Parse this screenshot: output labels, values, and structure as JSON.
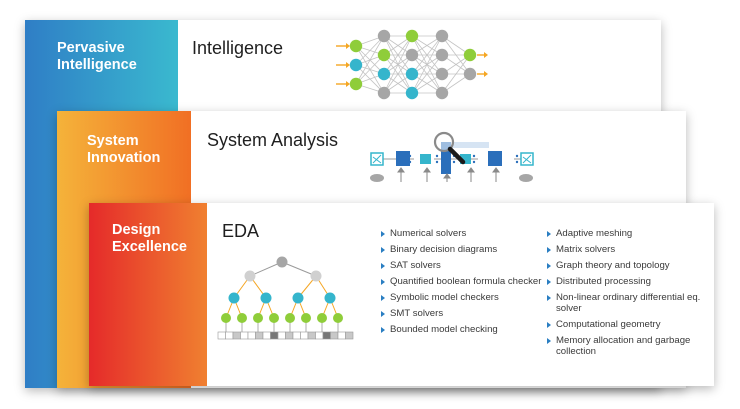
{
  "colors": {
    "pervasive_gradient": [
      "#2f7ec6",
      "#3ab9cf"
    ],
    "system_gradient": [
      "#f4b33a",
      "#f16f24"
    ],
    "design_gradient": [
      "#e52a2a",
      "#f08030"
    ],
    "bullet": "#2a7ec2",
    "node_gray": "#a6a6a6",
    "node_green": "#8fcd3a",
    "node_teal": "#35b5cc",
    "node_blue": "#2b6fbb",
    "arrow_orange": "#f5a623"
  },
  "layers": {
    "pervasive": {
      "band_label_line1": "Pervasive",
      "band_label_line2": "Intelligence",
      "panel_title": "Intelligence"
    },
    "system": {
      "band_label_line1": "System",
      "band_label_line2": "Innovation",
      "panel_title": "System Analysis"
    },
    "design": {
      "band_label_line1": "Design",
      "band_label_line2": "Excellence",
      "panel_title": "EDA"
    }
  },
  "eda_list_left": [
    "Numerical solvers",
    "Binary decision diagrams",
    "SAT solvers",
    "Quantified boolean formula checker",
    "Symbolic model checkers",
    "SMT solvers",
    "Bounded model checking"
  ],
  "eda_list_right": [
    "Adaptive meshing",
    "Matrix solvers",
    "Graph theory and topology",
    "Distributed processing",
    "Non-linear ordinary differential eq. solver",
    "Computational geometry",
    "Memory allocation and garbage collection"
  ],
  "icons": {
    "neural_net": "neural-network-icon",
    "system_chain": "system-chain-icon",
    "magnifier": "magnifier-icon",
    "tree": "decision-tree-icon"
  }
}
